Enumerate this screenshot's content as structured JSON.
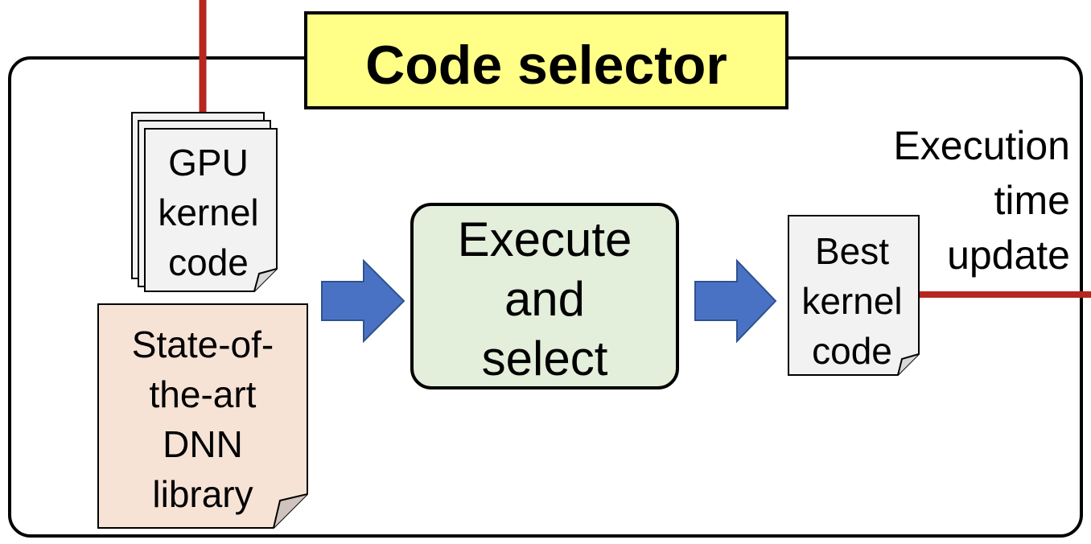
{
  "colors": {
    "red_line": "#b5271f",
    "title_fill": "#ffff88",
    "process_fill": "#e3eedb",
    "library_fill": "#f6e3d6",
    "doc_fill": "#f2f2f2",
    "arrow_fill": "#4a72c4",
    "arrow_stroke": "#2f528f"
  },
  "title": "Code selector",
  "gpu_kernel_doc": {
    "lines": [
      "GPU",
      "kernel",
      "code"
    ]
  },
  "library_doc": {
    "lines": [
      "State-of-",
      "the-art",
      "DNN",
      "library"
    ]
  },
  "process_box": {
    "lines": [
      "Execute",
      "and",
      "select"
    ]
  },
  "best_kernel_doc": {
    "lines": [
      "Best",
      "kernel",
      "code"
    ]
  },
  "execution_time_label": {
    "lines": [
      "Execution",
      "time",
      "update"
    ]
  }
}
